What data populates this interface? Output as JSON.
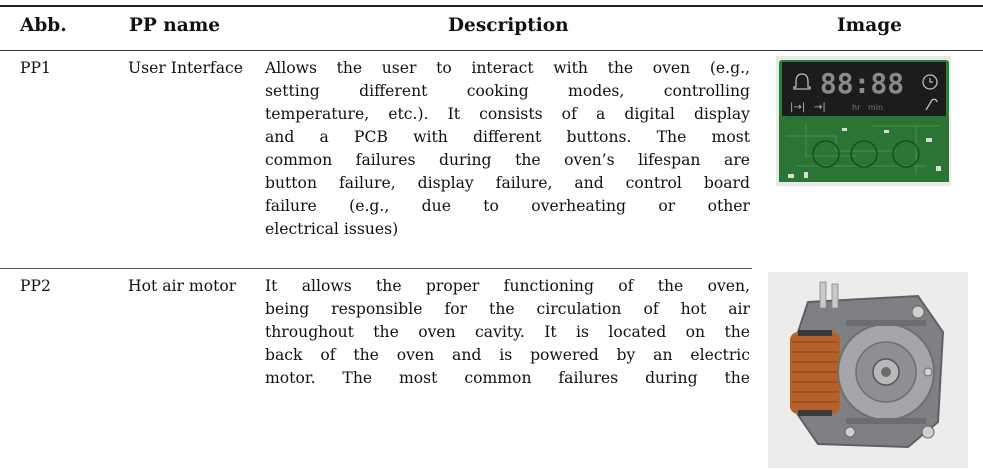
{
  "table": {
    "headers": {
      "abb": "Abb.",
      "pp_name": "PP name",
      "description": "Description",
      "image": "Image"
    },
    "rows": [
      {
        "abb": "PP1",
        "pp_name": "User Interface",
        "description_lines": [
          "Allows the user to interact with the oven (e.g.,",
          "setting different cooking modes, controlling",
          "temperature, etc.). It consists of a digital display",
          "and a PCB with different buttons. The most",
          "common failures during the oven’s lifespan are",
          "button failure, display failure, and control board",
          "failure (e.g., due to overheating or other",
          "electrical issues)"
        ],
        "image": {
          "subject": "user-interface-pcb-photo",
          "display_digits": "88:88",
          "display_labels": [
            "hr",
            "min"
          ]
        }
      },
      {
        "abb": "PP2",
        "pp_name": "Hot air motor",
        "description_lines": [
          "It allows the proper functioning of the oven,",
          "being responsible for the circulation of hot air",
          "throughout the oven cavity. It is located on the",
          "back of the oven and is powered by an electric",
          "motor. The most common failures during the"
        ],
        "image": {
          "subject": "hot-air-motor-photo"
        }
      }
    ]
  },
  "colors": {
    "pcb_green": "#2f7d3a",
    "display_black": "#1c1c1c",
    "copper_coil": "#b5612a",
    "motor_gray": "#8d8f93"
  }
}
